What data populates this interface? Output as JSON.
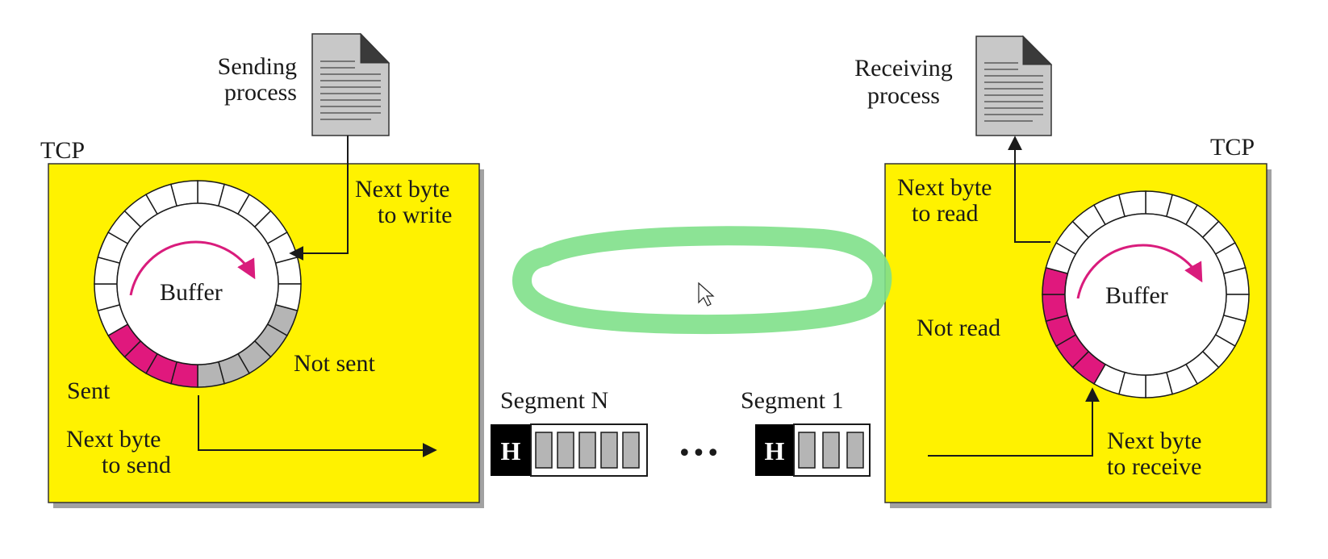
{
  "sender": {
    "tcp_label": "TCP",
    "process_label_line1": "Sending",
    "process_label_line2": "process",
    "buffer_label": "Buffer",
    "next_write_line1": "Next byte",
    "next_write_line2": "to write",
    "not_sent_label": "Not sent",
    "sent_label": "Sent",
    "next_send_line1": "Next byte",
    "next_send_line2": "to send"
  },
  "receiver": {
    "tcp_label": "TCP",
    "process_label_line1": "Receiving",
    "process_label_line2": "process",
    "buffer_label": "Buffer",
    "next_read_line1": "Next byte",
    "next_read_line2": "to read",
    "not_read_label": "Not read",
    "next_receive_line1": "Next byte",
    "next_receive_line2": "to receive"
  },
  "segments": {
    "first_label": "Segment N",
    "last_label": "Segment 1",
    "header_letter": "H",
    "ellipsis": "•••"
  },
  "colors": {
    "tcp_box": "#fff200",
    "sent_cell": "#e0187d",
    "unsent_cell": "#b5b5b5",
    "empty_cell": "#ffffff",
    "arrow_curve": "#d91c7c",
    "highlight": "#7fe08a",
    "header_box": "#000000"
  }
}
